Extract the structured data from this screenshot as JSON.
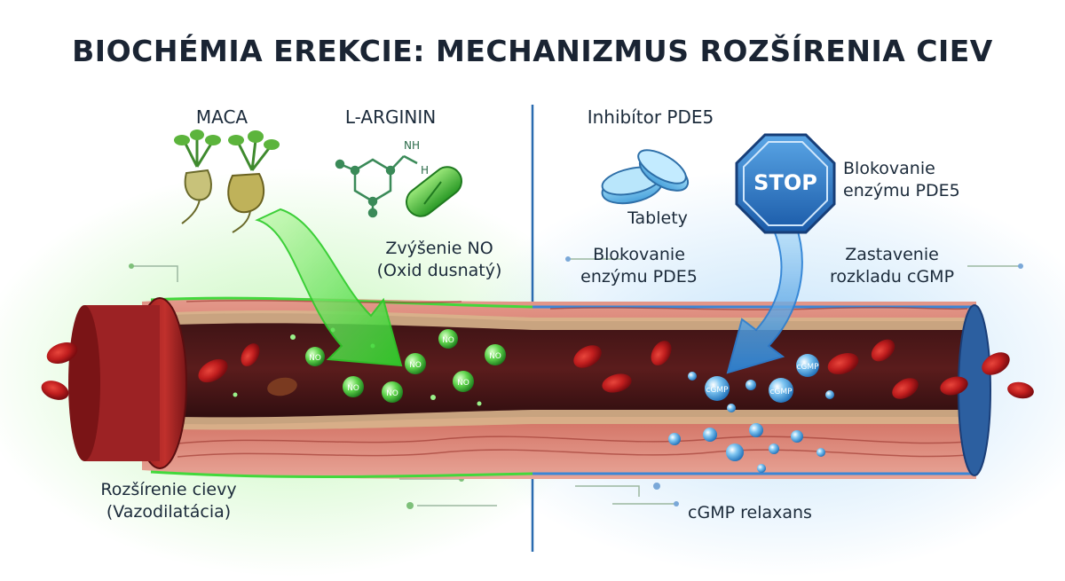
{
  "title": "BIOCHÉMIA EREKCIE: MECHANIZMUS ROZŠÍRENIA CIEV",
  "left": {
    "maca_label": "MACA",
    "arginine_label": "L-ARGININ",
    "no_label_line1": "Zvýšenie NO",
    "no_label_line2": "(Oxid dusnatý)",
    "vessel_label_line1": "Rozšírenie cievy",
    "vessel_label_line2": "(Vazodilatácia)",
    "molecule_symbol": "NO",
    "molecule_text_nh": "NH",
    "molecule_text_h": "H",
    "accent_color": "#3ddc3a"
  },
  "right": {
    "inhibitor_label": "Inhibítor PDE5",
    "tablets_label": "Tablety",
    "stop_sign_text": "STOP",
    "stop_caption_line1": "Blokovanie",
    "stop_caption_line2": "enzýmu PDE5",
    "blocking_line1": "Blokovanie",
    "blocking_line2": "enzýmu PDE5",
    "halt_line1": "Zastavenie",
    "halt_line2": "rozkladu cGMP",
    "relaxant_label": "cGMP relaxans",
    "molecule_symbol": "cGMP",
    "accent_color": "#3b8fe0"
  }
}
